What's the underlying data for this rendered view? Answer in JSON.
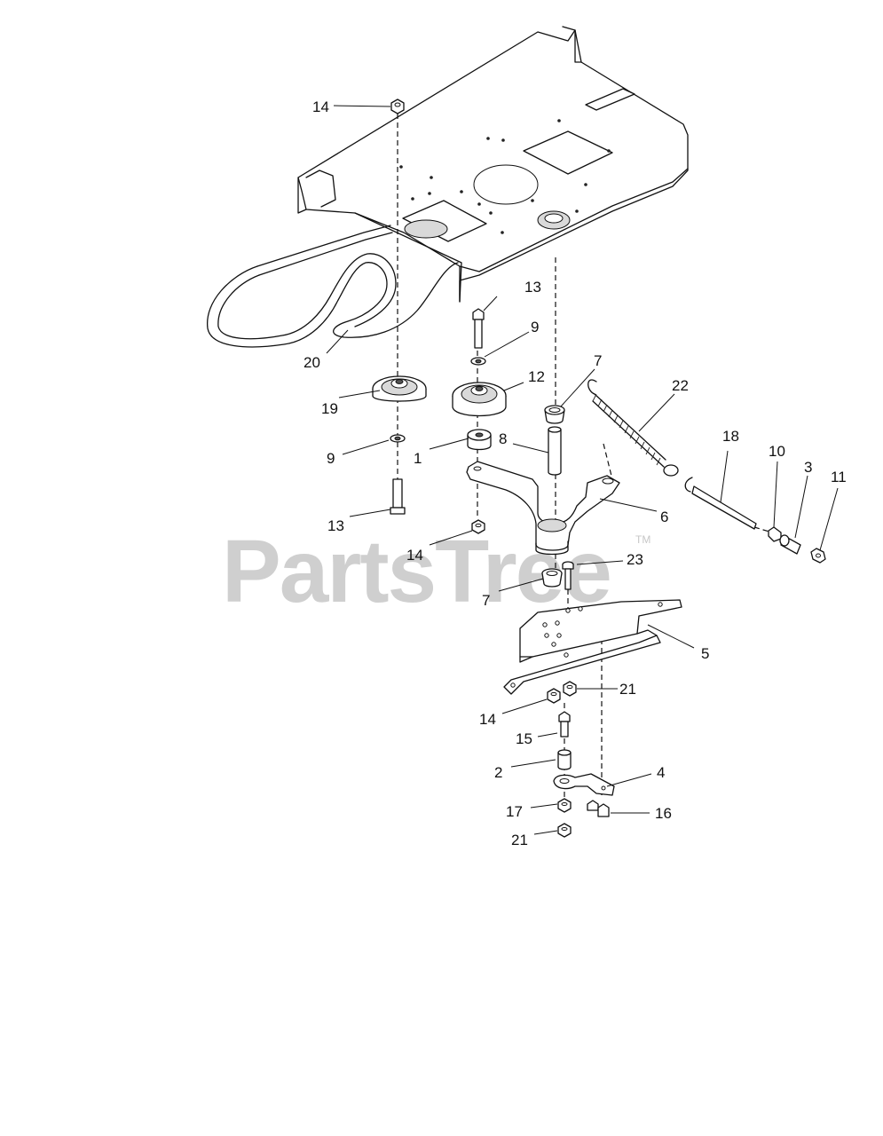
{
  "watermark": {
    "text": "PartsTree",
    "trademark": "TM"
  },
  "callouts": {
    "c1": "1",
    "c2": "2",
    "c3": "3",
    "c4": "4",
    "c5": "5",
    "c6": "6",
    "c7a": "7",
    "c7b": "7",
    "c8": "8",
    "c9a": "9",
    "c9b": "9",
    "c10": "10",
    "c11": "11",
    "c12": "12",
    "c13a": "13",
    "c13b": "13",
    "c14a": "14",
    "c14b": "14",
    "c14c": "14",
    "c15": "15",
    "c16": "16",
    "c17": "17",
    "c18": "18",
    "c19": "19",
    "c20": "20",
    "c21a": "21",
    "c21b": "21",
    "c22": "22",
    "c23": "23"
  }
}
